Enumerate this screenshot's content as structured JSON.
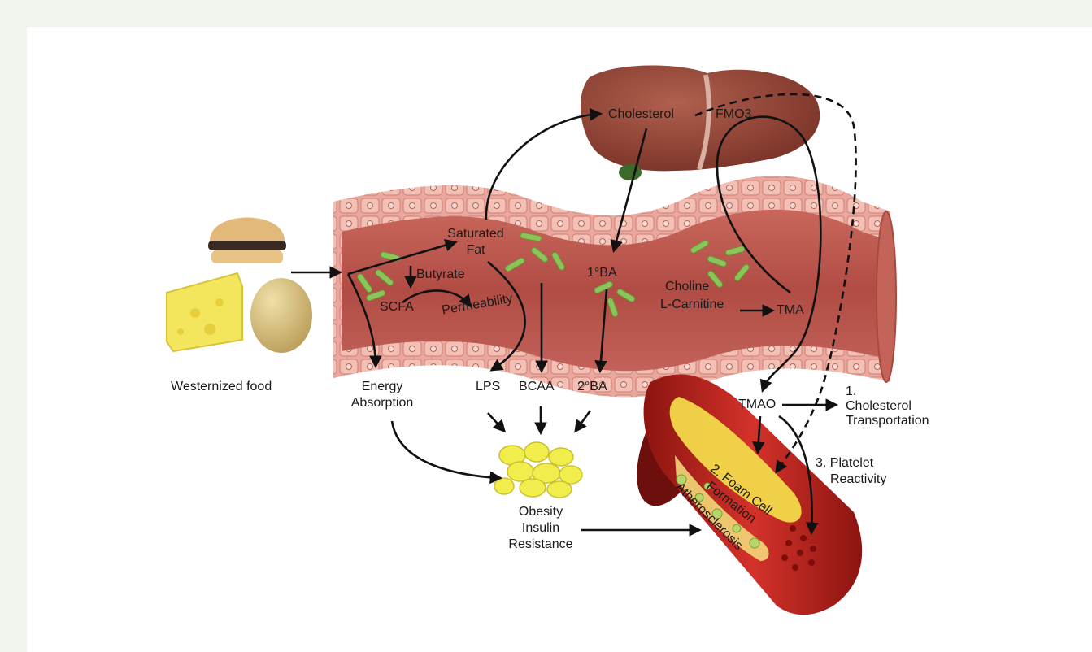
{
  "labels": {
    "westernized_food": "Westernized food",
    "saturated_fat": [
      "Saturated",
      "Fat"
    ],
    "butyrate": "Butyrate",
    "scfa": "SCFA",
    "permeability": "Permeability",
    "energy_absorption": [
      "Energy",
      "Absorption"
    ],
    "lps": "LPS",
    "bcaa": "BCAA",
    "secondary_ba": "2°BA",
    "primary_ba": "1°BA",
    "cholesterol": "Cholesterol",
    "fmo3": "FMO3",
    "choline": "Choline",
    "l_carnitine": "L-Carnitine",
    "tma": "TMA",
    "tmao": "TMAO",
    "cholesterol_transport": [
      "1.",
      "Cholesterol",
      "Transportation"
    ],
    "platelet_reactivity": [
      "3. Platelet",
      "Reactivity"
    ],
    "obesity": [
      "Obesity",
      "Insulin",
      "Resistance"
    ],
    "foam_cell": [
      "2. Foam Cell",
      "Formation"
    ],
    "atherosclerosis": "Atherosclerosis"
  },
  "colors": {
    "page_background": "#f2f4ee",
    "intestine_wall": "#e7a49a",
    "intestine_lumen": "#b5524a",
    "liver": "#8e4134",
    "bacteria": "#8dc45a",
    "vessel": "#b81f1a",
    "plaque": "#f2d94a",
    "fat_cells": "#f1ed4c",
    "arrow": "#111111"
  },
  "icons": [
    "burger-icon",
    "cheese-icon",
    "egg-icon",
    "liver-icon",
    "gallbladder-icon",
    "intestine-icon",
    "bacteria-icon",
    "fat-cells-icon",
    "blood-vessel-icon"
  ]
}
